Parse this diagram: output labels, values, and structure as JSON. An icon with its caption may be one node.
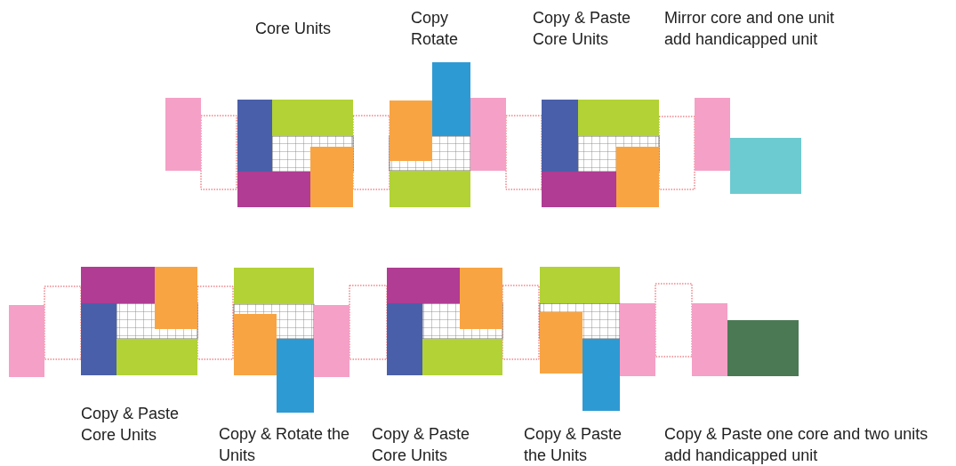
{
  "diagram": {
    "labels": [
      "Core Units",
      "Copy Rotate",
      "Copy & Paste Core Units",
      "Mirror core and one unit add handicapped unit",
      "Copy & Paste Core Units",
      "Copy & Rotate the Units",
      "Copy & Paste Core Units",
      "Copy & Paste the Units",
      "Copy & Paste one core and two units add handicapped unit"
    ]
  }
}
